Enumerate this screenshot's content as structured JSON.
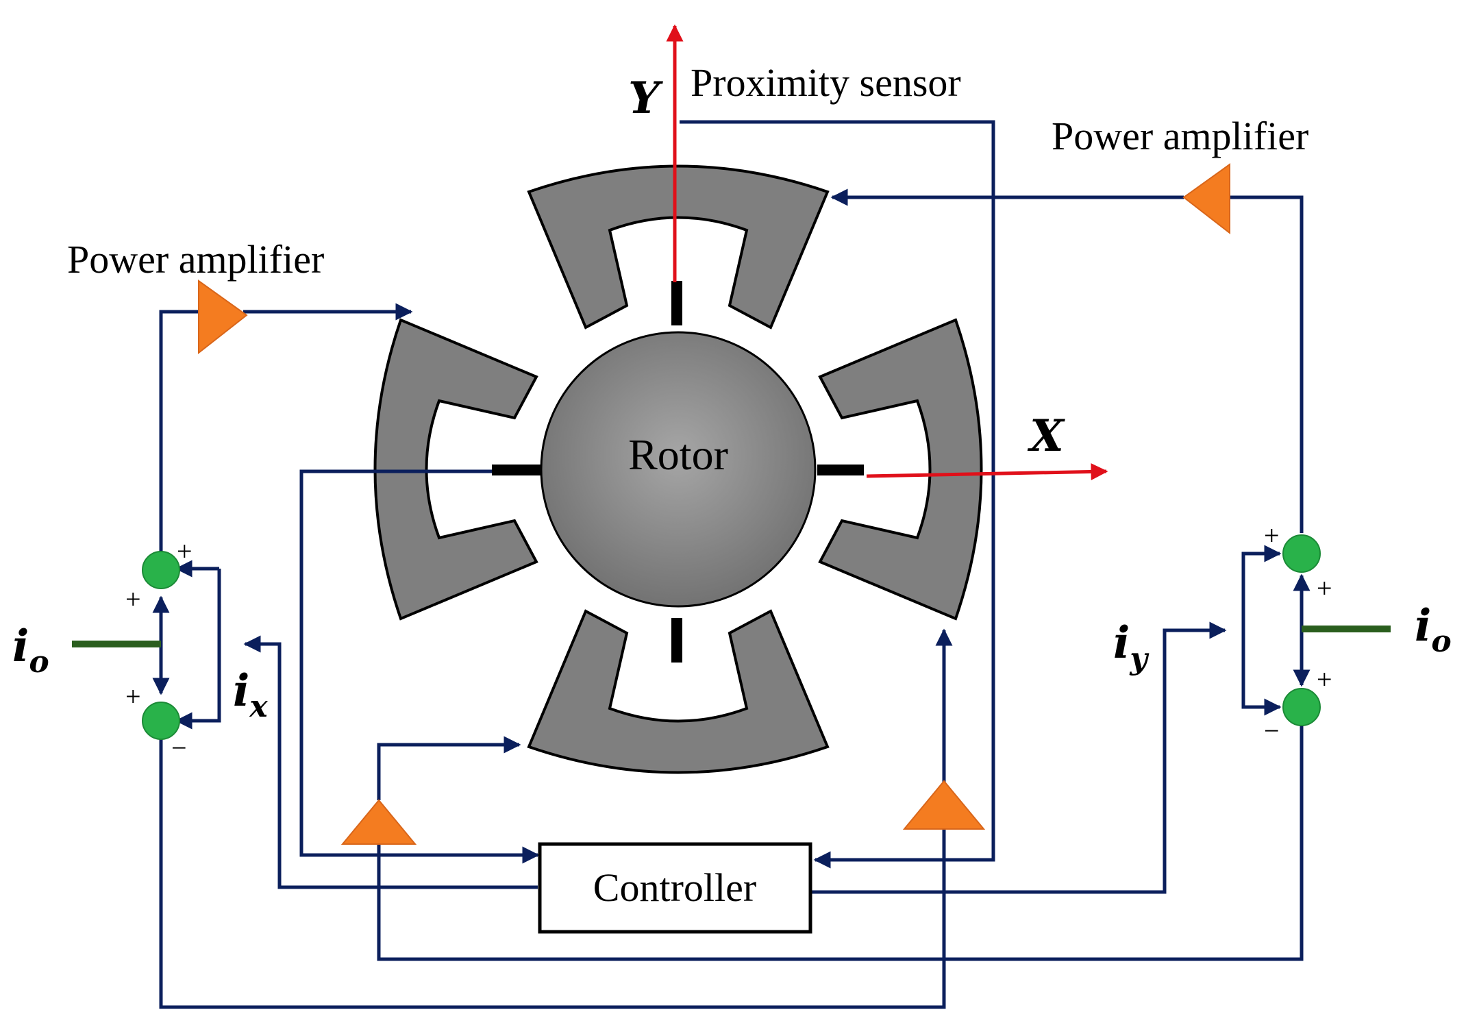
{
  "labels": {
    "y_axis": "Y",
    "x_axis": "X",
    "proximity_sensor": "Proximity sensor",
    "power_amplifier_top_right": "Power amplifier",
    "power_amplifier_left": "Power amplifier",
    "rotor": "Rotor",
    "controller": "Controller",
    "i_x_base": "i",
    "i_x_sub": "x",
    "i_y_base": "i",
    "i_y_sub": "y",
    "i_o_left_base": "i",
    "i_o_left_sub": "o",
    "i_o_right_base": "i",
    "i_o_right_sub": "o"
  },
  "signs": {
    "left_top_plus_a": "+",
    "left_top_plus_b": "+",
    "left_bottom_plus": "+",
    "left_bottom_minus": "−",
    "right_top_plus_a": "+",
    "right_top_plus_b": "+",
    "right_bottom_plus": "+",
    "right_bottom_minus": "−"
  },
  "colors": {
    "wire": "#0b1f5c",
    "axis": "#e0101a",
    "amplifier": "#f47c20",
    "summing_node": "#29b24a",
    "stator_pole": "#7f7f7f",
    "rotor": "#8c8c8c",
    "bias_bar": "#2a5e1e"
  }
}
